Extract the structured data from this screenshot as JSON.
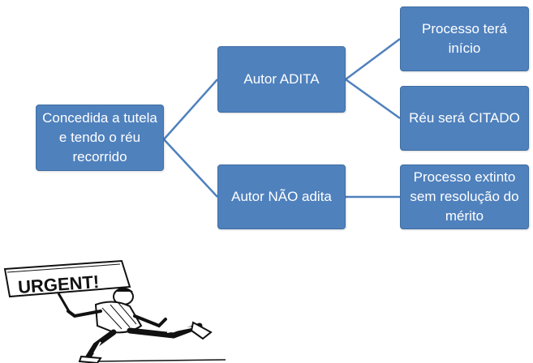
{
  "diagram": {
    "root": {
      "label": "Concedida a tutela e tendo o réu recorrido"
    },
    "branches": [
      {
        "label": "Autor ADITA",
        "children": [
          {
            "label": "Processo terá início"
          },
          {
            "label": "Réu será CITADO"
          }
        ]
      },
      {
        "label": "Autor NÃO adita",
        "children": [
          {
            "label": "Processo extinto sem resolução do mérito"
          }
        ]
      }
    ],
    "line_color": "#4f81bd",
    "box_color": "#4f81bd"
  },
  "illustration": {
    "sign_text": "URGENT!",
    "icon": "running-man-urgent-sign-icon"
  }
}
